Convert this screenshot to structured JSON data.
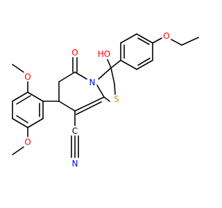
{
  "colors": {
    "bond": "#000000",
    "oxygen": "#ff0000",
    "nitrogen": "#0000ff",
    "sulfur": "#b8a000",
    "carbon": "#000000"
  },
  "atoms": {
    "o_methoxy_top": "O",
    "o_methoxy_bottom": "O",
    "o_ketone": "O",
    "o_hydroxy": "HO",
    "o_ethoxy": "O",
    "n_ring": "N",
    "s_ring": "S",
    "c_nitrile": "C",
    "n_nitrile": "N"
  }
}
